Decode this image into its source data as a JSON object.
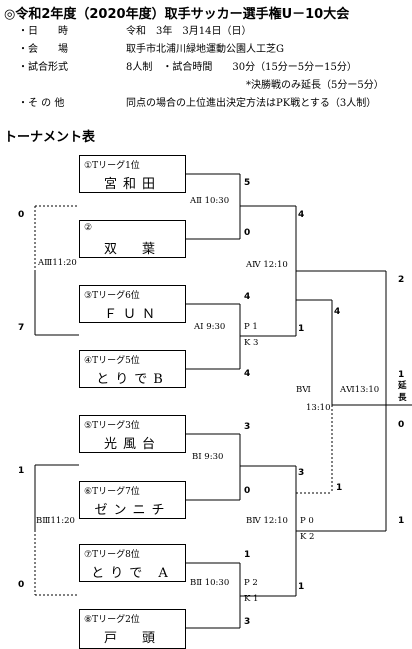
{
  "title": "◎令和2年度（2020年度）取手サッカー選手権U－10大会",
  "info": [
    {
      "key": "・日　　時",
      "value": "令和　3年　3月14日（日）"
    },
    {
      "key": "・会　　場",
      "value": "取手市北浦川緑地運動公園人工芝G"
    },
    {
      "key": "・試合形式",
      "value": "8人制　・試合時間　　30分（15分ー5分ー15分）"
    },
    {
      "key": "",
      "value": "　　　　　　　　　　　　*決勝戦のみ延長（5分ー5分）"
    },
    {
      "key": "・そ の 他",
      "value": "同点の場合の上位進出決定方法はPK戦とする（3人制）"
    }
  ],
  "section_title": "トーナメント表",
  "teams": [
    {
      "rank": "①Tリーグ1位",
      "name": "宮和田"
    },
    {
      "rank": "②",
      "name": "双　葉"
    },
    {
      "rank": "③Tリーグ6位",
      "name": "ＦＵＮ"
    },
    {
      "rank": "④Tリーグ5位",
      "name": "とりでB"
    },
    {
      "rank": "⑤Tリーグ3位",
      "name": "光風台"
    },
    {
      "rank": "⑥Tリーグ7位",
      "name": "ゼンニチ"
    },
    {
      "rank": "⑦Tリーグ8位",
      "name": "とりで A"
    },
    {
      "rank": "⑧Tリーグ2位",
      "name": "戸　頭"
    }
  ],
  "matches": {
    "a2": "AⅡ 10:30",
    "a3": "AⅢ11:20",
    "a4": "AⅣ 12:10",
    "a1": "AⅠ 9:30",
    "a1_pk": "P 1",
    "a1_k": "K 3",
    "b6": "BⅥ",
    "b6_time": "13:10",
    "a6": "AⅥ13:10",
    "b1": "BⅠ 9:30",
    "b3": "BⅢ11:20",
    "b4": "BⅣ 12:10",
    "b4_pk": "P 0",
    "b4_k": "K 2",
    "b2": "BⅡ 10:30",
    "b2_pk": "P 2",
    "b2_k": "K 1",
    "final_extension": "延長"
  },
  "scores": {
    "t1": "5",
    "t2": "0",
    "a2_win": "4",
    "a3_left_top": "0",
    "a3_left_bottom": "7",
    "t3": "4",
    "t4": "4",
    "a1_win": "1",
    "a4_win": "4",
    "a4_right": "2",
    "final_left": "1",
    "final_right": "0",
    "t5": "3",
    "t6": "0",
    "b1_win": "3",
    "b3_left_top": "1",
    "b3_left_bottom": "0",
    "b4_right": "1",
    "t7": "1",
    "t8": "3",
    "b2_win": "1",
    "b6_left": "1"
  }
}
